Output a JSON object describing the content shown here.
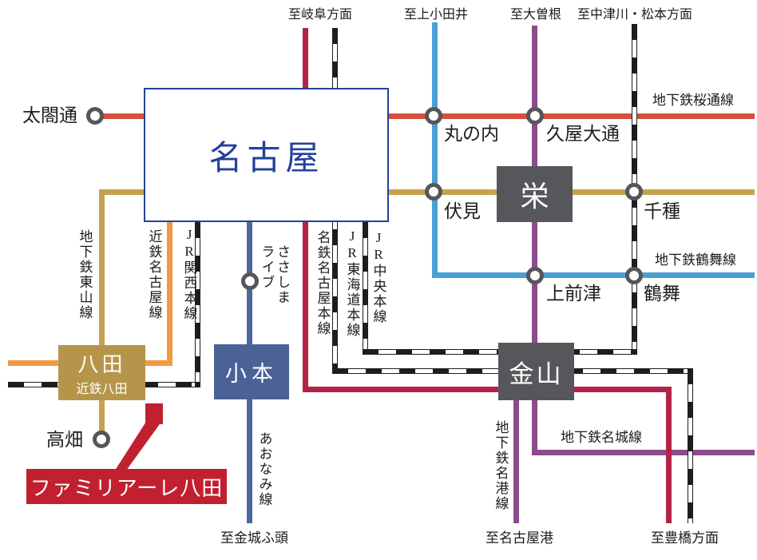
{
  "colors": {
    "sakura_line": "#d6513c",
    "higashiyama_line": "#c7a24f",
    "tsurumai_line": "#4aa0d5",
    "meijo_line": "#8c4b8c",
    "meitetsu_line": "#b32346",
    "kintetsu_line": "#f29a43",
    "aonami_line": "#4b6a9b",
    "jr_stripe": "#1d1d1f",
    "navy": "#24419a",
    "dark_box": "#56575b",
    "gold_box": "#b6954a",
    "blue_box": "#4a6296",
    "red_box": "#c1202f",
    "circle_ring": "#54565a",
    "ink": "#1c1c1c"
  },
  "terminals": {
    "gifu": "至岐阜方面",
    "kamiotai": "至上小田井",
    "ozone": "至大曽根",
    "nakatsugawa_matsumoto": "至中津川・松本方面",
    "kinjo_futo": "至金城ふ頭",
    "nagoya_ko": "至名古屋港",
    "toyohashi": "至豊橋方面"
  },
  "line_labels": {
    "sakura": "地下鉄桜通線",
    "higashiyama": "地下鉄東山線",
    "tsurumai": "地下鉄鶴舞線",
    "meijo": "地下鉄名城線",
    "meiko": "地下鉄名港線",
    "kintetsu": "近鉄名古屋線",
    "jr_kansai": "JR関西本線",
    "meitetsu": "名鉄名古屋本線",
    "jr_tokaido": "JR東海道本線",
    "jr_chuo": "JR中央本線",
    "aonami": "あおなみ線"
  },
  "stations": {
    "nagoya": "名古屋",
    "sakae": "栄",
    "kanayama": "金山",
    "hatta": "八田",
    "kintetsu_hatta": "近鉄八田",
    "komoto": "小本",
    "marunouchi": "丸の内",
    "hisaya_odori": "久屋大通",
    "fushimi": "伏見",
    "chikusa": "千種",
    "kamimaezu": "上前津",
    "tsurumai": "鶴舞",
    "taikodori": "太閤通",
    "takabata": "高畑",
    "sasashima_live": "ささしまライブ"
  },
  "property": {
    "name": "ファミリアーレ八田"
  }
}
